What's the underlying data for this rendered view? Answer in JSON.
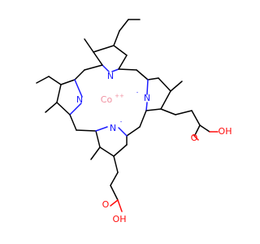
{
  "colors": {
    "nitrogen": "#1c1cff",
    "oxygen": "#ff0d0d",
    "cobalt": "#f090a0",
    "bond": "#000000"
  },
  "atoms": {
    "n_top": "N",
    "n_left": "N",
    "n_right": "N",
    "n_right_charge": "-",
    "n_bottom": "N",
    "n_bottom_charge": "-",
    "metal": "Co",
    "metal_charge": "++",
    "acid_right_o": "O",
    "acid_right_oh": "OH",
    "acid_bottom_o": "O",
    "acid_bottom_oh": "OH"
  }
}
